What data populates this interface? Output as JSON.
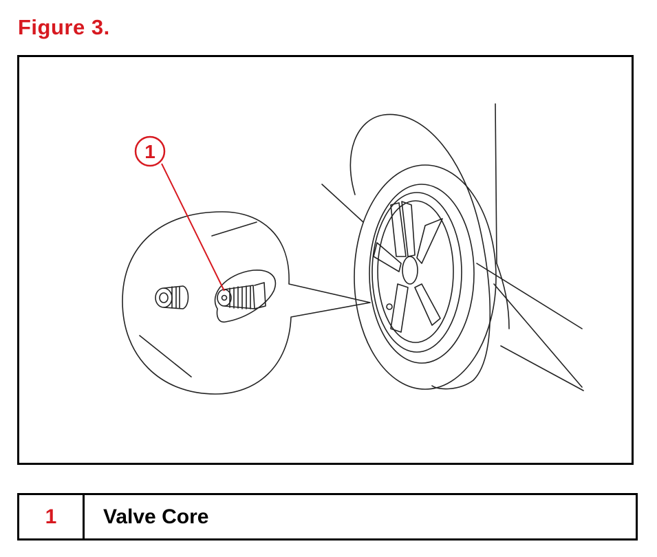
{
  "figure": {
    "title": "Figure 3."
  },
  "diagram": {
    "callouts": [
      {
        "number": "1"
      }
    ]
  },
  "legend": {
    "rows": [
      {
        "number": "1",
        "label": "Valve Core"
      }
    ]
  },
  "colors": {
    "accent": "#d71920",
    "line": "#000000",
    "background": "#ffffff"
  }
}
